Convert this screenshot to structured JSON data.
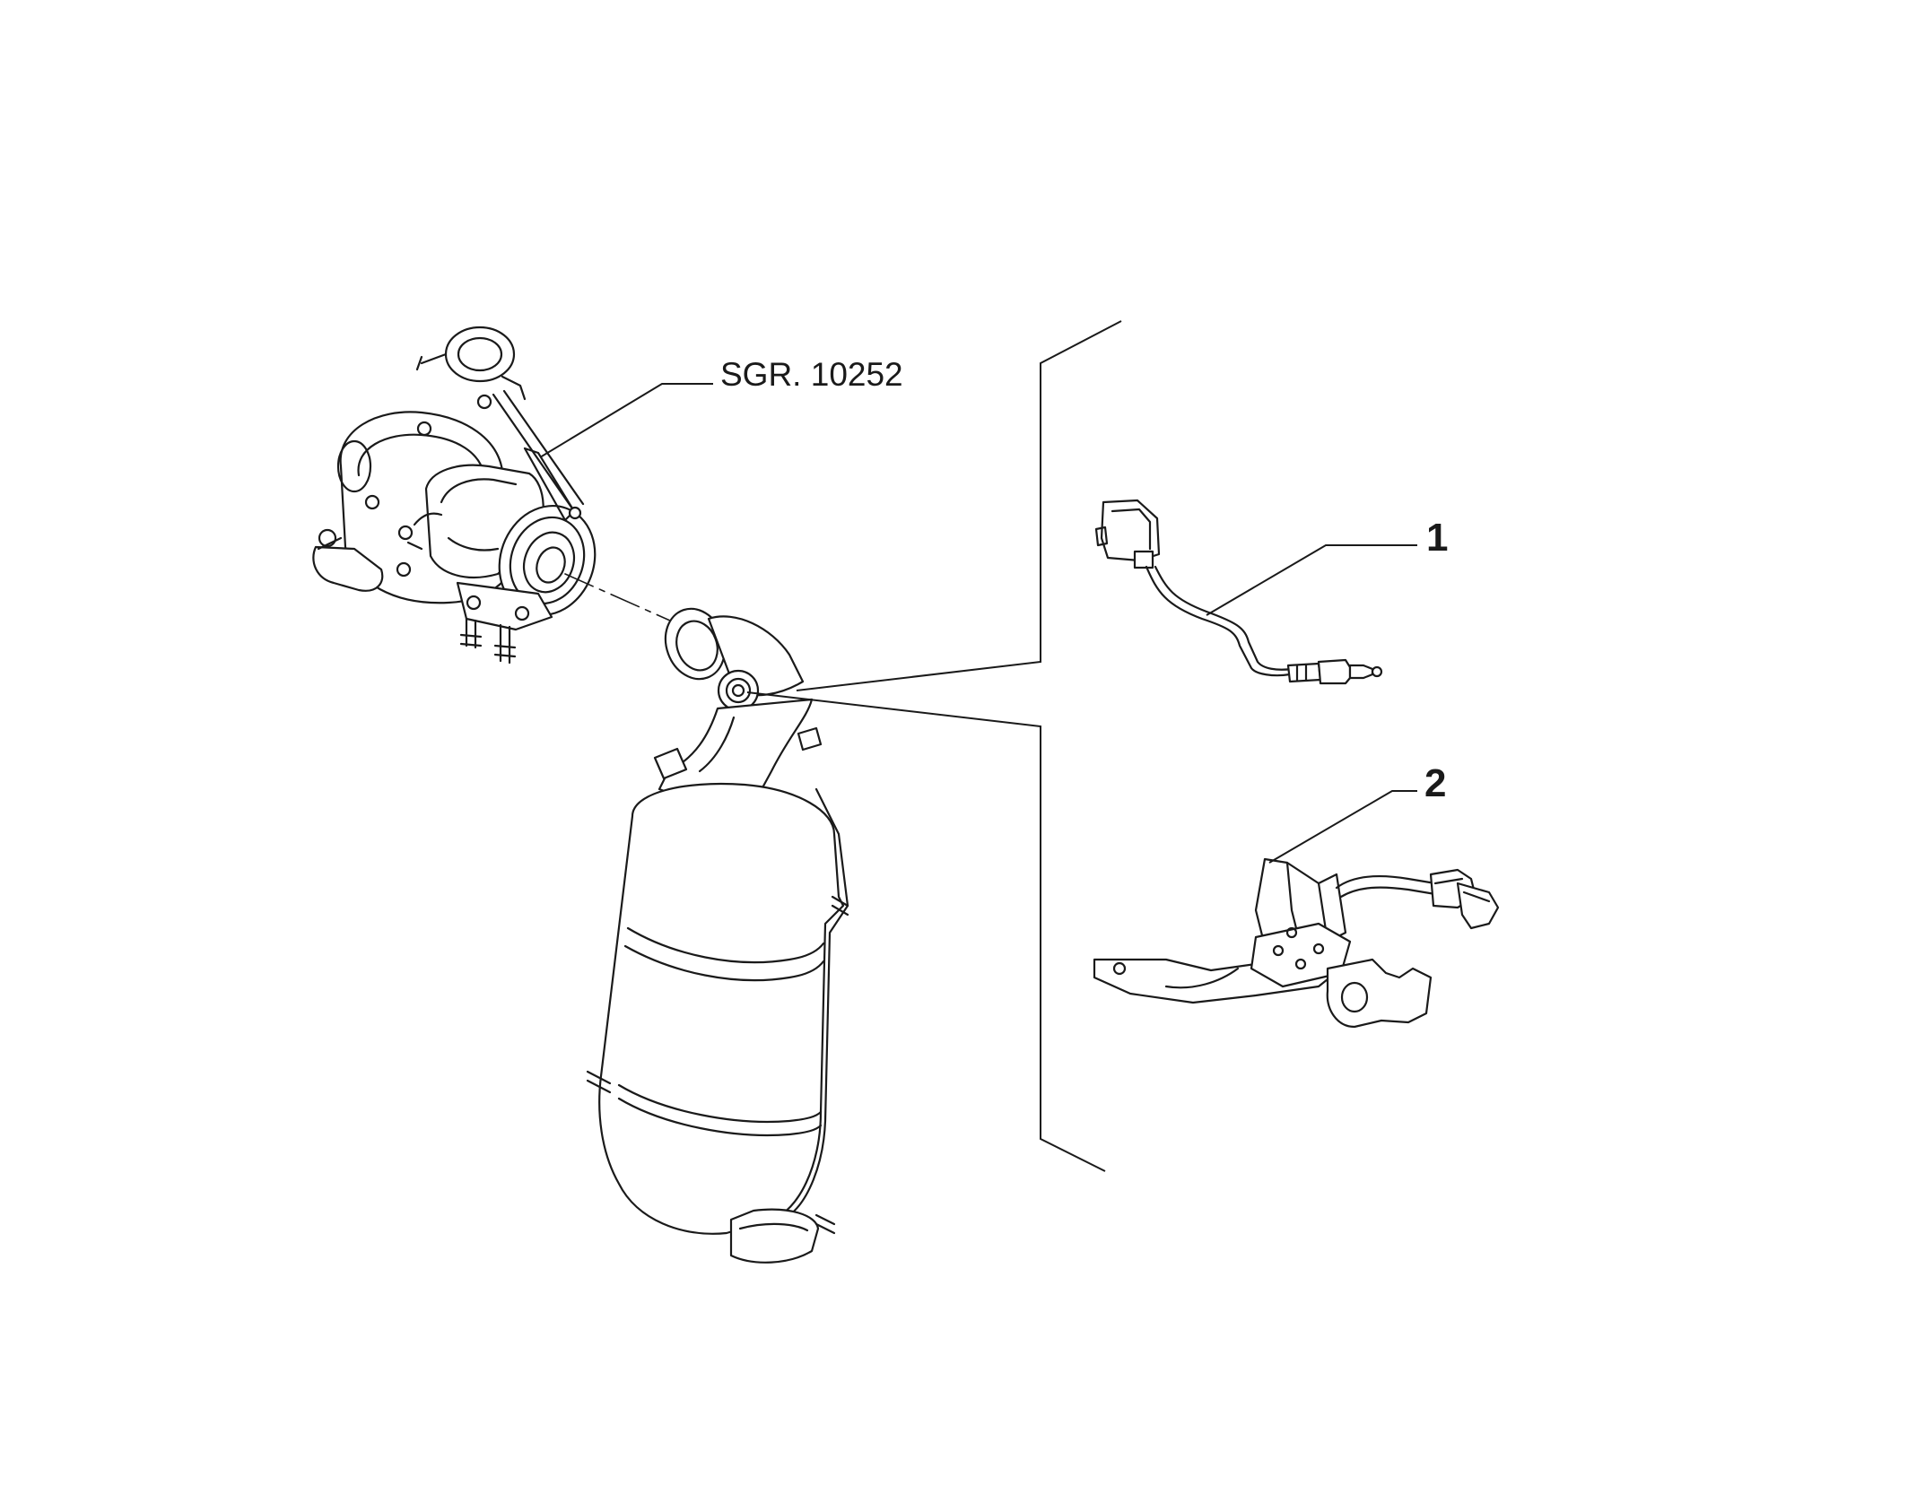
{
  "callouts": {
    "reference": "SGR. 10252",
    "item_1": "1",
    "item_2": "2"
  }
}
